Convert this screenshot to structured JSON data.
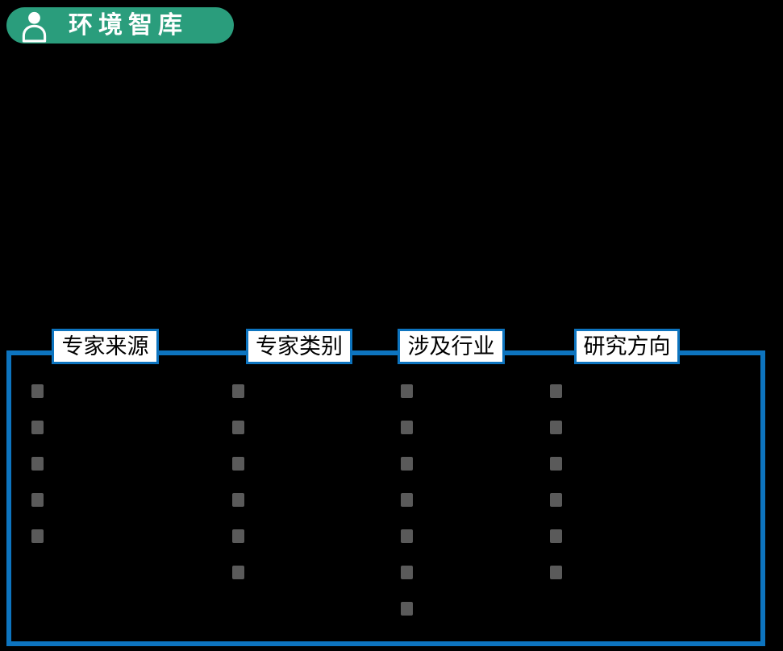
{
  "badge": {
    "label": "环境智库",
    "icon": "person-icon"
  },
  "panel": {
    "headers": [
      {
        "label": "专家来源"
      },
      {
        "label": "专家类别"
      },
      {
        "label": "涉及行业"
      },
      {
        "label": "研究方向"
      }
    ],
    "columns": [
      {
        "header": "专家来源",
        "bullet_count": 5
      },
      {
        "header": "专家类别",
        "bullet_count": 6
      },
      {
        "header": "涉及行业",
        "bullet_count": 7
      },
      {
        "header": "研究方向",
        "bullet_count": 6
      }
    ]
  },
  "colors": {
    "background": "#000000",
    "badge_green": "#2a9d7c",
    "panel_blue": "#0d74bf",
    "bullet_gray": "#5a5a5a",
    "header_bg": "#ffffff",
    "header_text": "#000000"
  }
}
